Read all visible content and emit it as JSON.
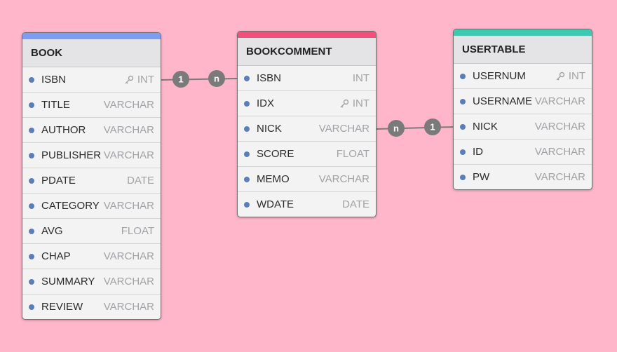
{
  "colors": {
    "background": "#ffb6ca",
    "book_header": "#7f9cf5",
    "bookcomment_header": "#f2507a",
    "usertable_header": "#3cc9b0",
    "field_dot": "#5b7db8",
    "connector": "#7a7a7a"
  },
  "tables": {
    "book": {
      "name": "BOOK",
      "fields": [
        {
          "name": "ISBN",
          "type": "INT",
          "key": true
        },
        {
          "name": "TITLE",
          "type": "VARCHAR"
        },
        {
          "name": "AUTHOR",
          "type": "VARCHAR"
        },
        {
          "name": "PUBLISHER",
          "type": "VARCHAR"
        },
        {
          "name": "PDATE",
          "type": "DATE"
        },
        {
          "name": "CATEGORY",
          "type": "VARCHAR"
        },
        {
          "name": "AVG",
          "type": "FLOAT"
        },
        {
          "name": "CHAP",
          "type": "VARCHAR"
        },
        {
          "name": "SUMMARY",
          "type": "VARCHAR"
        },
        {
          "name": "REVIEW",
          "type": "VARCHAR"
        }
      ]
    },
    "bookcomment": {
      "name": "BOOKCOMMENT",
      "fields": [
        {
          "name": "ISBN",
          "type": "INT"
        },
        {
          "name": "IDX",
          "type": "INT",
          "key": true
        },
        {
          "name": "NICK",
          "type": "VARCHAR"
        },
        {
          "name": "SCORE",
          "type": "FLOAT"
        },
        {
          "name": "MEMO",
          "type": "VARCHAR"
        },
        {
          "name": "WDATE",
          "type": "DATE"
        }
      ]
    },
    "usertable": {
      "name": "USERTABLE",
      "fields": [
        {
          "name": "USERNUM",
          "type": "INT",
          "key": true
        },
        {
          "name": "USERNAME",
          "type": "VARCHAR"
        },
        {
          "name": "NICK",
          "type": "VARCHAR"
        },
        {
          "name": "ID",
          "type": "VARCHAR"
        },
        {
          "name": "PW",
          "type": "VARCHAR"
        }
      ]
    }
  },
  "relationships": [
    {
      "from": "BOOK.ISBN",
      "to": "BOOKCOMMENT.ISBN",
      "from_card": "1",
      "to_card": "n"
    },
    {
      "from": "BOOKCOMMENT.NICK",
      "to": "USERTABLE.NICK",
      "from_card": "n",
      "to_card": "1"
    }
  ]
}
